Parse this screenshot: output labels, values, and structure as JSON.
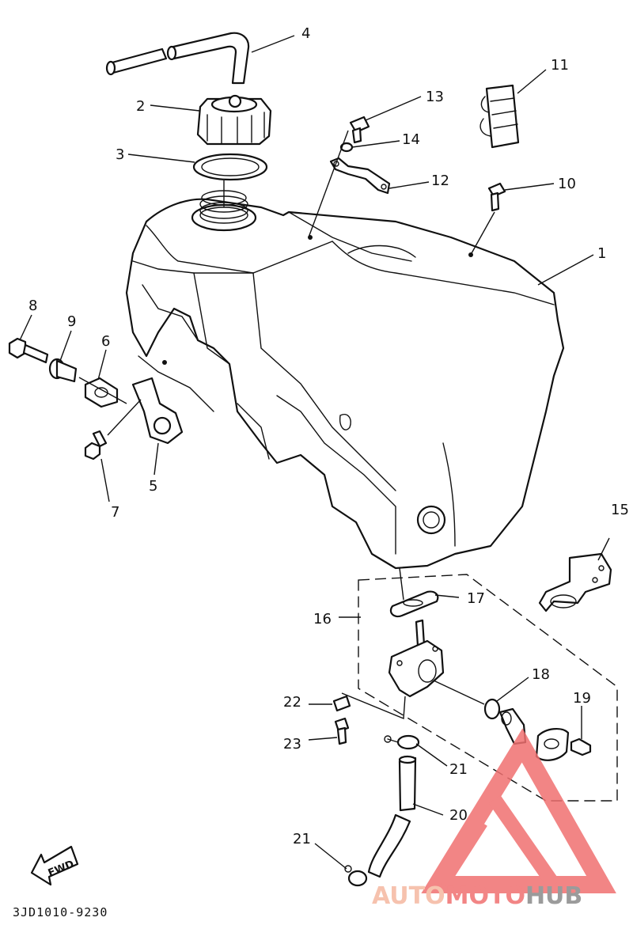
{
  "diagram": {
    "part_labels": {
      "p1": "1",
      "p2": "2",
      "p3": "3",
      "p4": "4",
      "p5": "5",
      "p6": "6",
      "p7": "7",
      "p8": "8",
      "p9": "9",
      "p10": "10",
      "p11": "11",
      "p12": "12",
      "p13": "13",
      "p14": "14",
      "p15": "15",
      "p16": "16",
      "p17": "17",
      "p18": "18",
      "p19": "19",
      "p20": "20",
      "p21a": "21",
      "p21b": "21",
      "p22": "22",
      "p23": "23"
    },
    "fwd_label": "FWD",
    "drawing_code": "3JD1010-9230"
  },
  "watermark": {
    "word_part1": "AUTO",
    "word_part2": "MOTO",
    "word_part3": "HUB",
    "colors": {
      "accent": "#f07070",
      "light": "#f5b8a0",
      "dark": "#8a8a8a"
    }
  }
}
